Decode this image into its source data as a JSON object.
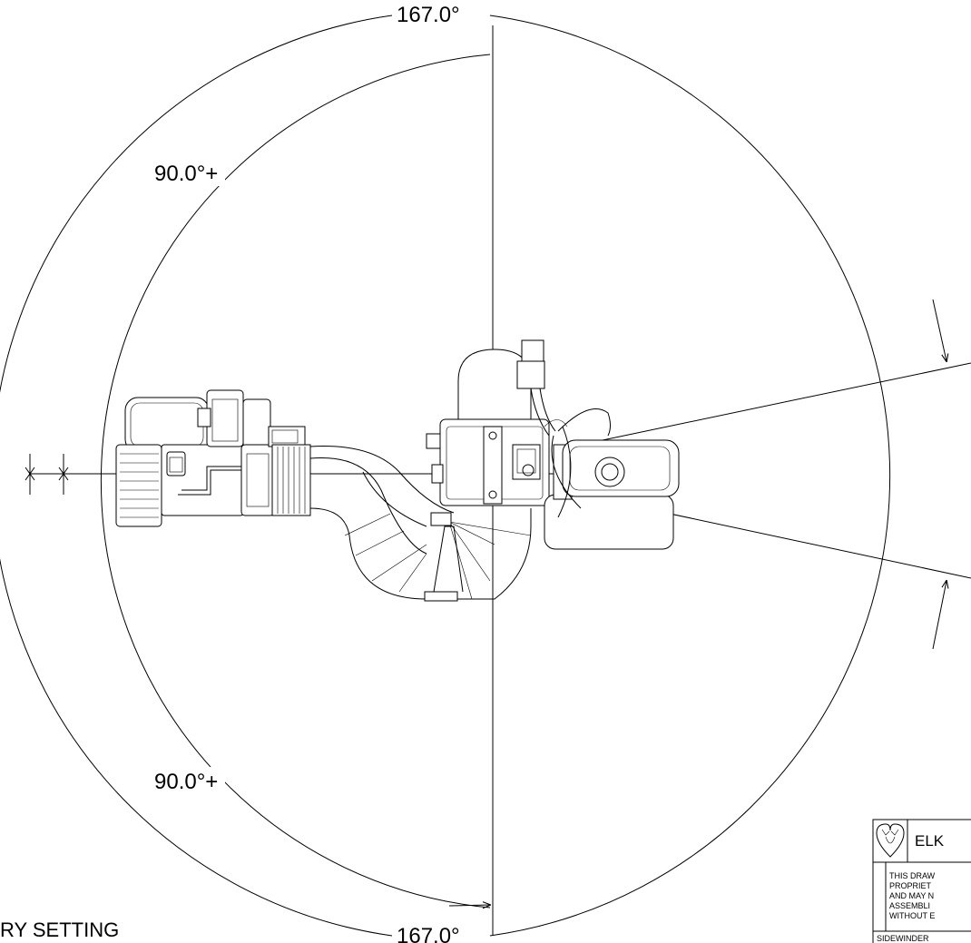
{
  "angles": {
    "top_total": "167.0°",
    "bottom_total": "167.0°",
    "upper_left": "90.0°+",
    "lower_left": "90.0°+"
  },
  "note": "RY SETTING",
  "title_block": {
    "company": "ELK",
    "disclaimer": [
      "THIS DRAW",
      "PROPRIET",
      "AND MAY N",
      "ASSEMBLI",
      "WITHOUT E"
    ],
    "product": "SIDEWINDER"
  },
  "logo": {
    "icon": "elk-heart-logo-icon"
  }
}
